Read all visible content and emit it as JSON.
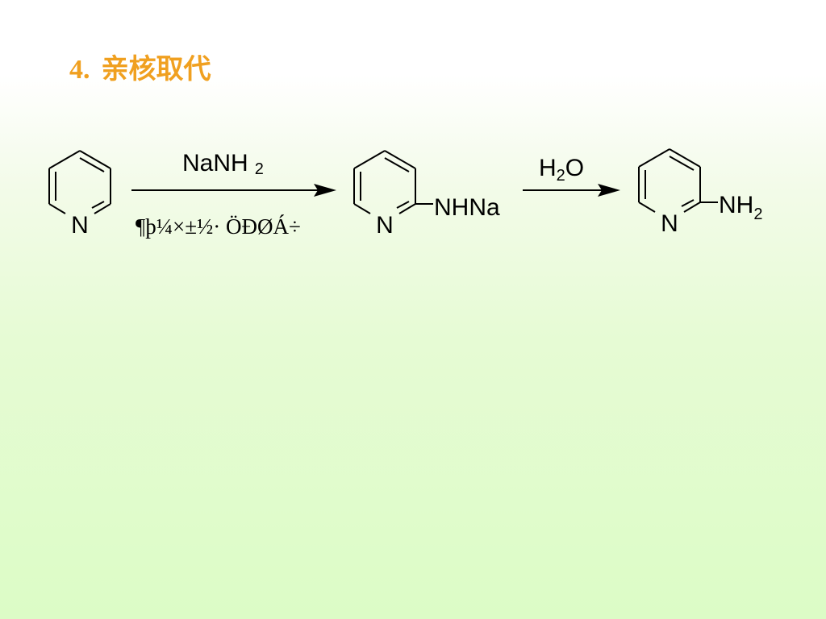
{
  "title": {
    "number": "4.",
    "text": "亲核取代"
  },
  "reaction": {
    "reactant": {
      "ring_atom": "N"
    },
    "step1": {
      "reagent_main": "NaNH",
      "reagent_sub": "2",
      "condition": "¶þ¼×±½· ÖÐØÁ÷"
    },
    "intermediate": {
      "ring_atom": "N",
      "substituent": "NHNa"
    },
    "step2": {
      "reagent_h": "H",
      "reagent_sub": "2",
      "reagent_o": "O"
    },
    "product": {
      "ring_atom": "N",
      "substituent_main": "NH",
      "substituent_sub": "2"
    }
  },
  "colors": {
    "title": "#f0a020"
  }
}
